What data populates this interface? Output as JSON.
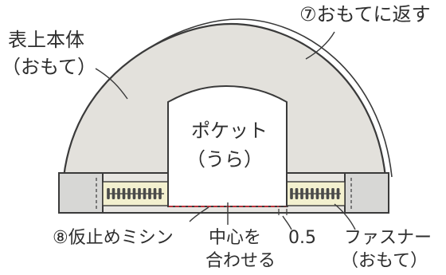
{
  "diagram": {
    "labels": {
      "outer_body_line1": "表上本体",
      "outer_body_line2": "（おもて）",
      "turn_right_side_out": "⑦おもてに返す",
      "pocket_line1": "ポケット",
      "pocket_line2": "（うら）",
      "baste_stitch": "⑧仮止めミシン",
      "align_center_line1": "中心を",
      "align_center_line2": "合わせる",
      "seam_allowance": "0.5",
      "zipper_line1": "ファスナー",
      "zipper_line2": "（おもて）"
    },
    "colors": {
      "body_fill": "#e3e1dc",
      "outline": "#3a3a3a",
      "pocket_fill": "#ffffff",
      "tab_fill": "#d7d7d5",
      "zipper_tape_fill": "#f3f0cf",
      "zipper_teeth": "#4a4a4a",
      "stitch_line": "#e0303a",
      "text": "#2e2e2e"
    },
    "icons": [
      "zipper-teeth",
      "basting-stitch-line",
      "leader-line"
    ]
  }
}
